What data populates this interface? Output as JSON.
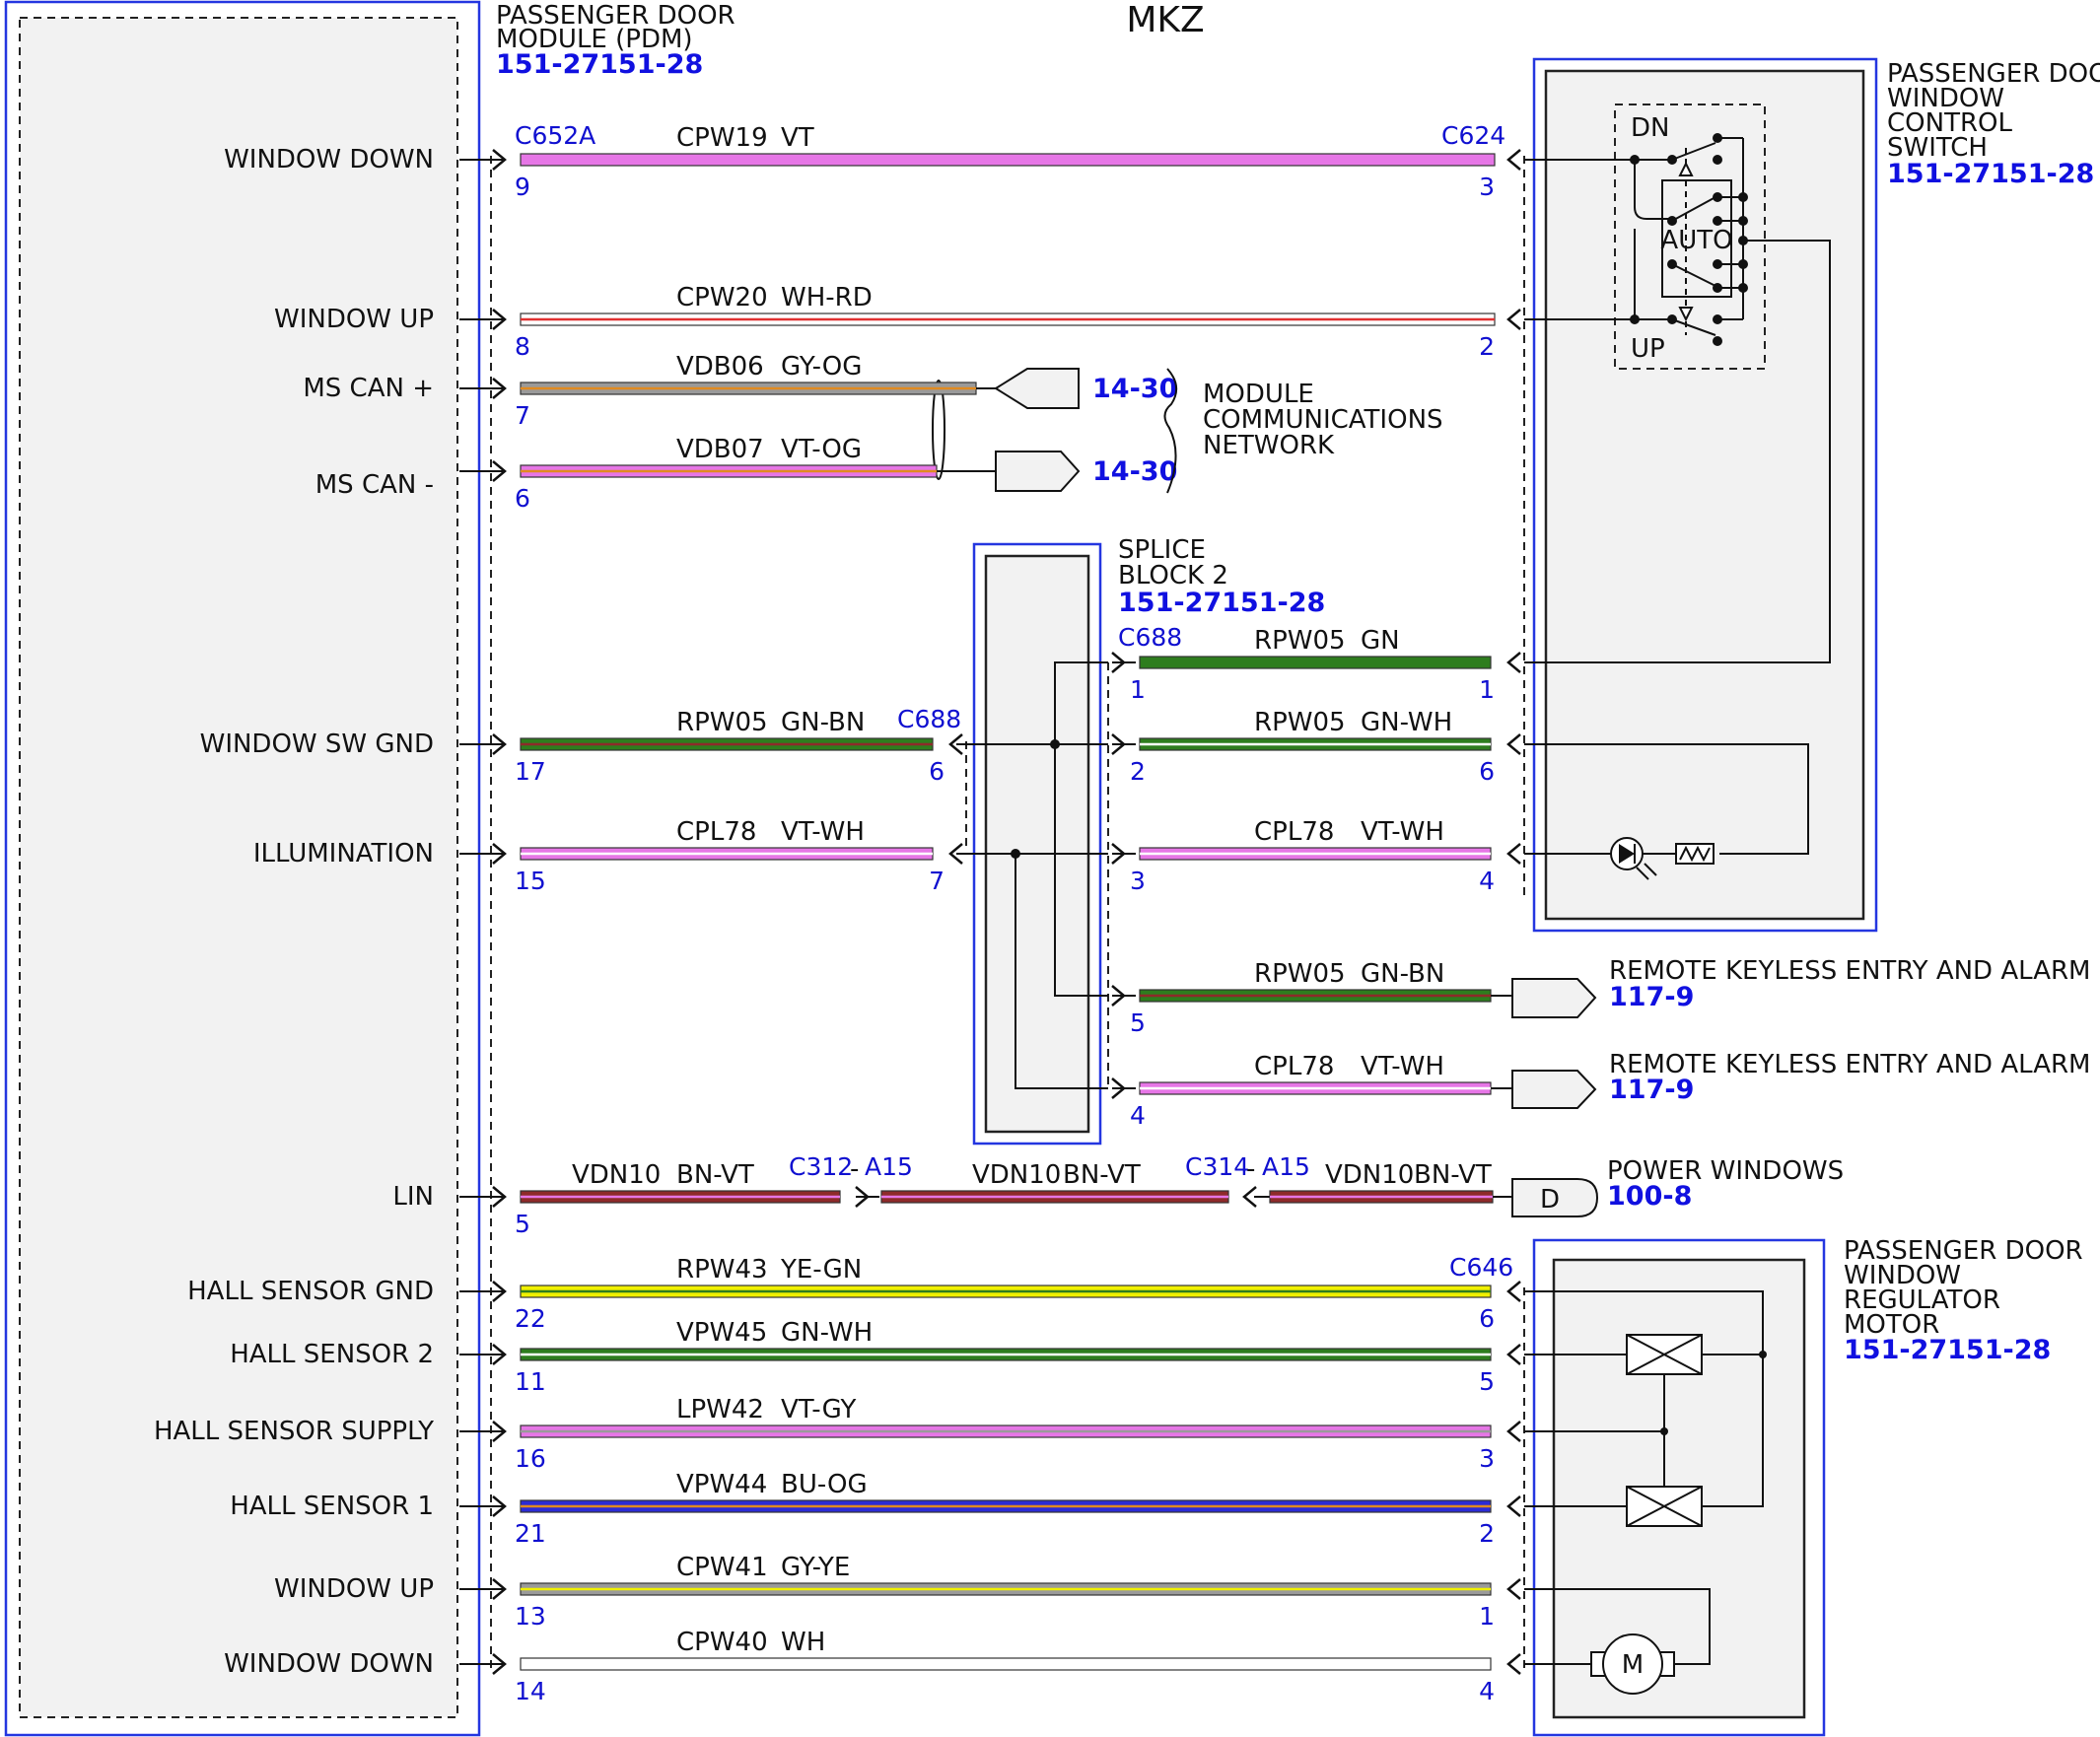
{
  "title": "MKZ",
  "pdm": {
    "name_lines": [
      "PASSENGER DOOR",
      "MODULE (PDM)"
    ],
    "ref": "151-27151-28",
    "connector": "C652A"
  },
  "switch": {
    "name_lines": [
      "PASSENGER DOOR",
      "WINDOW",
      "CONTROL",
      "SWITCH"
    ],
    "ref": "151-27151-28",
    "connector": "C624",
    "dn": "DN",
    "up": "UP",
    "auto": "AUTO"
  },
  "splice": {
    "name_lines": [
      "SPLICE",
      "BLOCK 2"
    ],
    "ref": "151-27151-28",
    "connector": "C688"
  },
  "motor": {
    "name_lines": [
      "PASSENGER DOOR",
      "WINDOW",
      "REGULATOR",
      "MOTOR"
    ],
    "ref": "151-27151-28",
    "connector": "C646",
    "motor_symbol": "M"
  },
  "network": {
    "lines": [
      "MODULE",
      "COMMUNICATIONS",
      "NETWORK"
    ],
    "ref1": "14-30",
    "ref2": "14-30"
  },
  "rke1": {
    "label": "REMOTE KEYLESS ENTRY AND ALARM",
    "ref": "117-9"
  },
  "rke2": {
    "label": "REMOTE KEYLESS ENTRY AND ALARM",
    "ref": "117-9"
  },
  "power_windows": {
    "label": "POWER WINDOWS",
    "ref": "100-8",
    "symbol": "D"
  },
  "inline": {
    "c312": "C312",
    "c312_pin": "A15",
    "c314": "C314",
    "c314_pin": "A15",
    "dash1": "-",
    "dash2": "-"
  },
  "signals": [
    {
      "label": "WINDOW DOWN",
      "pin": "9",
      "circuit": "CPW19",
      "color": "VT",
      "far_pin": "3"
    },
    {
      "label": "WINDOW UP",
      "pin": "8",
      "circuit": "CPW20",
      "color": "WH-RD",
      "far_pin": "2"
    },
    {
      "label": "MS CAN +",
      "pin": "7",
      "circuit": "VDB06",
      "color": "GY-OG"
    },
    {
      "label": "MS CAN -",
      "pin": "6",
      "circuit": "VDB07",
      "color": "VT-OG"
    },
    {
      "label": "WINDOW SW GND",
      "pin": "17",
      "circuit": "RPW05",
      "color": "GN-BN",
      "splice_pin": "6"
    },
    {
      "label": "ILLUMINATION",
      "pin": "15",
      "circuit": "CPL78",
      "color": "VT-WH",
      "splice_pin": "7"
    },
    {
      "label": "LIN",
      "pin": "5",
      "circuit": "VDN10",
      "color": "BN-VT"
    },
    {
      "label": "HALL SENSOR GND",
      "pin": "22",
      "circuit": "RPW43",
      "color": "YE-GN",
      "far_pin": "6"
    },
    {
      "label": "HALL SENSOR 2",
      "pin": "11",
      "circuit": "VPW45",
      "color": "GN-WH",
      "far_pin": "5"
    },
    {
      "label": "HALL SENSOR SUPPLY",
      "pin": "16",
      "circuit": "LPW42",
      "color": "VT-GY",
      "far_pin": "3"
    },
    {
      "label": "HALL SENSOR 1",
      "pin": "21",
      "circuit": "VPW44",
      "color": "BU-OG",
      "far_pin": "2"
    },
    {
      "label": "WINDOW UP",
      "pin": "13",
      "circuit": "CPW41",
      "color": "GY-YE",
      "far_pin": "1"
    },
    {
      "label": "WINDOW DOWN",
      "pin": "14",
      "circuit": "CPW40",
      "color": "WH",
      "far_pin": "4"
    }
  ],
  "splice_out": [
    {
      "pin": "1",
      "circuit": "RPW05",
      "color": "GN",
      "far_pin": "1"
    },
    {
      "pin": "2",
      "circuit": "RPW05",
      "color": "GN-WH",
      "far_pin": "6"
    },
    {
      "pin": "3",
      "circuit": "CPL78",
      "color": "VT-WH",
      "far_pin": "4"
    },
    {
      "pin": "5",
      "circuit": "RPW05",
      "color": "GN-BN"
    },
    {
      "pin": "4",
      "circuit": "CPL78",
      "color": "VT-WH"
    }
  ],
  "lin_segments": [
    {
      "circuit": "VDN10",
      "color": "BN-VT"
    },
    {
      "circuit": "VDN10",
      "color": "BN-VT"
    }
  ],
  "wire_colors": {
    "violet": "#e676e6",
    "pink": "#ee80b8",
    "green": "#2e7d1e",
    "white": "#ffffff",
    "red": "#e03030",
    "gray": "#9a9a9a",
    "orange": "#e08a20",
    "yellow": "#f0f000",
    "blue": "#2b2bd6",
    "brown": "#8e2a2a",
    "accent_blue": "#1010e0"
  }
}
